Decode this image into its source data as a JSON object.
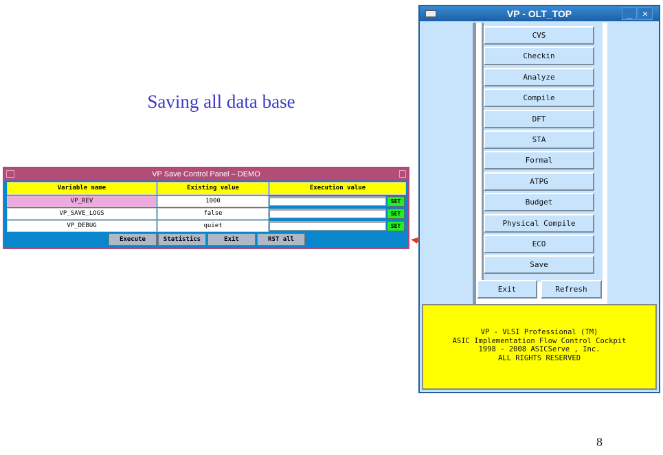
{
  "slide": {
    "title": "Saving all data base",
    "page_number": "8"
  },
  "save_panel": {
    "title": "VP Save Control Panel – DEMO",
    "headers": [
      "Variable name",
      "Existing value",
      "Execution value"
    ],
    "rows": [
      {
        "name": "VP_REV",
        "existing": "1000",
        "execution": "",
        "set": "SET"
      },
      {
        "name": "VP_SAVE_LOGS",
        "existing": "false",
        "execution": "",
        "set": "SET"
      },
      {
        "name": "VP_DEBUG",
        "existing": "quiet",
        "execution": "",
        "set": "SET"
      }
    ],
    "buttons": [
      "Execute",
      "Statistics",
      "Exit",
      "RST all"
    ]
  },
  "vp_window": {
    "title": "VP - OLT_TOP",
    "minimize": "_",
    "close": "✕",
    "menu": [
      "CVS",
      "Checkin",
      "Analyze",
      "Compile",
      "DFT",
      "STA",
      "Formal",
      "ATPG",
      "Budget",
      "Physical Compile",
      "ECO",
      "Save"
    ],
    "exit": "Exit",
    "refresh": "Refresh",
    "info": [
      "VP - VLSI Professional (TM)",
      "ASIC Implementation Flow Control Cockpit",
      "1998 - 2008 ASICServe , Inc.",
      "ALL RIGHTS RESERVED"
    ]
  },
  "colors": {
    "arrow": "#ee3311",
    "highlight_row": "#eeaadd"
  }
}
